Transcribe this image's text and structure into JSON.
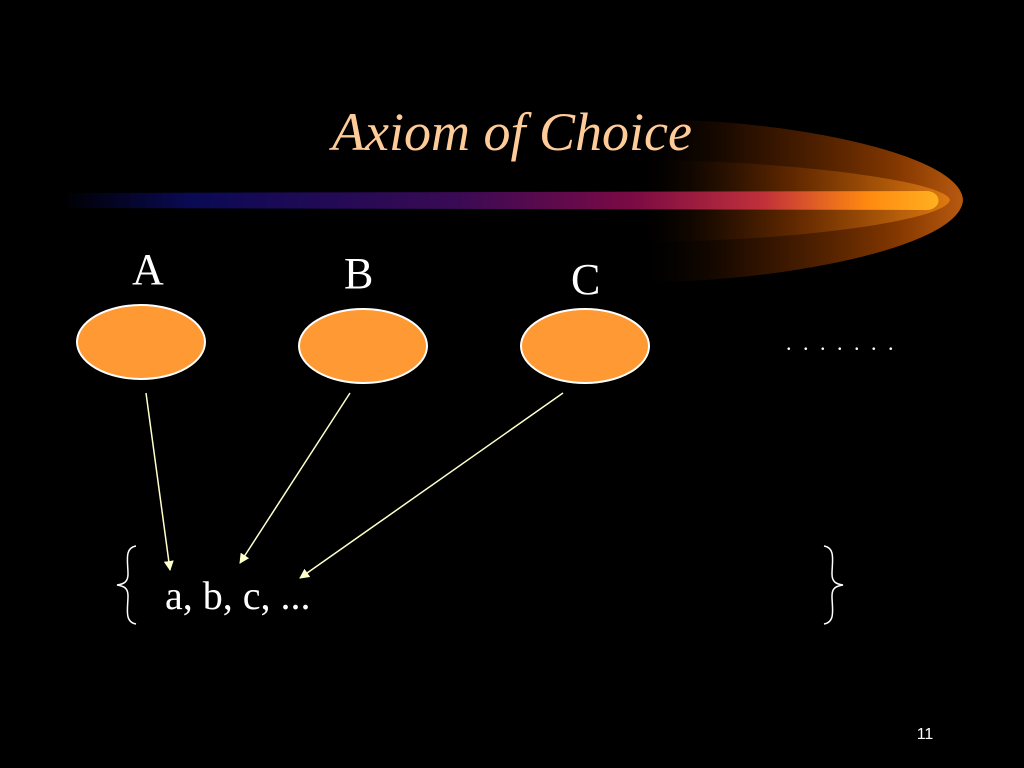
{
  "slide": {
    "title": "Axiom of Choice",
    "page_number": "11"
  },
  "sets": [
    {
      "label": "A"
    },
    {
      "label": "B"
    },
    {
      "label": "C"
    }
  ],
  "more_sets": ". . . . . . .",
  "choice_set": {
    "elements": "a, b, c, ..."
  },
  "colors": {
    "background": "#000000",
    "title": "#ffcc99",
    "ellipse_fill": "#ff9933",
    "text": "#ffffff",
    "arrow": "#ffffcc"
  }
}
